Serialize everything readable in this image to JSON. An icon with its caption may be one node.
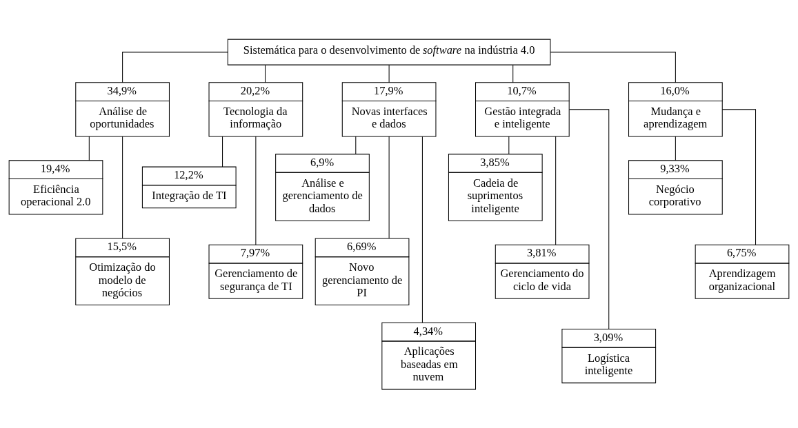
{
  "diagram": {
    "nodes": [
      {
        "text": [
          "Sistemática para o desenvolvimento de *software* na indústria 4.0"
        ]
      },
      {
        "text": [
          "Análise de oportunidades"
        ],
        "beside": [
          "34,9%"
        ]
      },
      {
        "text": [
          "Tecnologia da informação"
        ],
        "beside": [
          "20,2%"
        ]
      },
      {
        "text": [
          "Novas interfaces e dados"
        ],
        "beside": [
          "17,9%"
        ]
      },
      {
        "text": [
          "Gestão integrada e inteligente"
        ],
        "beside": [
          "10,7%"
        ]
      },
      {
        "text": [
          "Mudança e aprendizagem"
        ],
        "beside": [
          "16,0%"
        ]
      },
      {
        "text": [
          "Eficiência operacional 2.0"
        ],
        "beside": [
          "19,4%"
        ]
      },
      {
        "text": [
          "Integração de TI"
        ],
        "beside": [
          "12,2%"
        ]
      },
      {
        "text": [
          "Análise e gerenciamento de dados"
        ],
        "beside": [
          "6,9%"
        ]
      },
      {
        "text": [
          "Cadeia de suprimentos inteligente"
        ],
        "beside": [
          "3,85%"
        ]
      },
      {
        "text": [
          "Negócio corporativo"
        ],
        "beside": [
          "9,33%"
        ]
      },
      {
        "text": [
          "Otimização do modelo de negócios"
        ],
        "beside": [
          "15,5%"
        ]
      },
      {
        "text": [
          "Gerenciamento de segurança de TI"
        ],
        "beside": [
          "7,97%"
        ]
      },
      {
        "text": [
          "Novo gerenciamento de PI"
        ],
        "beside": [
          "6,69%"
        ]
      },
      {
        "text": [
          "Gerenciamento do ciclo de vida"
        ],
        "beside": [
          "3,81%"
        ]
      },
      {
        "text": [
          "Aprendizagem organizacional"
        ],
        "beside": [
          "6,75%"
        ]
      },
      {
        "text": [
          "Aplicações baseadas em nuvem"
        ],
        "beside": [
          "4,34%"
        ]
      },
      {
        "text": [
          "Logística inteligente"
        ],
        "beside": [
          "3,09%"
        ]
      }
    ],
    "edges": [
      {
        "from": 0,
        "to": 1,
        "arrow": "none"
      },
      {
        "from": 0,
        "to": 2,
        "arrow": "none"
      },
      {
        "from": 0,
        "to": 3,
        "arrow": "none"
      },
      {
        "from": 0,
        "to": 4,
        "arrow": "none"
      },
      {
        "from": 0,
        "to": 5,
        "arrow": "none"
      },
      {
        "from": 1,
        "to": 6,
        "arrow": "none"
      },
      {
        "from": 1,
        "to": 11,
        "arrow": "none"
      },
      {
        "from": 2,
        "to": 7,
        "arrow": "none"
      },
      {
        "from": 2,
        "to": 12,
        "arrow": "none"
      },
      {
        "from": 3,
        "to": 8,
        "arrow": "none"
      },
      {
        "from": 3,
        "to": 13,
        "arrow": "none"
      },
      {
        "from": 3,
        "to": 16,
        "arrow": "none"
      },
      {
        "from": 4,
        "to": 9,
        "arrow": "none"
      },
      {
        "from": 4,
        "to": 14,
        "arrow": "none"
      },
      {
        "from": 4,
        "to": 17,
        "arrow": "none"
      },
      {
        "from": 5,
        "to": 10,
        "arrow": "none"
      },
      {
        "from": 5,
        "to": 15,
        "arrow": "none"
      }
    ]
  }
}
